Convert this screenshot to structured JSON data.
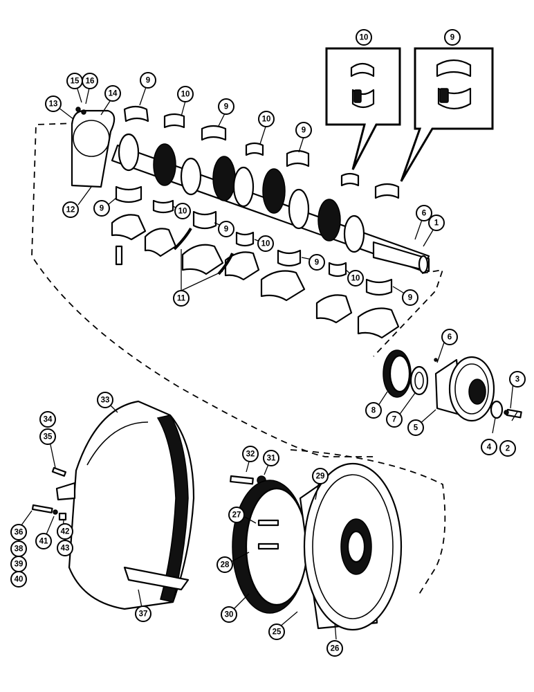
{
  "callouts": [
    {
      "id": "1",
      "text": "1"
    },
    {
      "id": "2",
      "text": "2"
    },
    {
      "id": "3",
      "text": "3"
    },
    {
      "id": "4",
      "text": "4"
    },
    {
      "id": "5",
      "text": "5"
    },
    {
      "id": "6a",
      "text": "6"
    },
    {
      "id": "6b",
      "text": "6"
    },
    {
      "id": "7",
      "text": "7"
    },
    {
      "id": "8",
      "text": "8"
    },
    {
      "id": "9a",
      "text": "9"
    },
    {
      "id": "9b",
      "text": "9"
    },
    {
      "id": "9c",
      "text": "9"
    },
    {
      "id": "9d",
      "text": "9"
    },
    {
      "id": "9e",
      "text": "9"
    },
    {
      "id": "9f",
      "text": "9"
    },
    {
      "id": "9g",
      "text": "9"
    },
    {
      "id": "9h",
      "text": "9"
    },
    {
      "id": "10a",
      "text": "10"
    },
    {
      "id": "10b",
      "text": "10"
    },
    {
      "id": "10c",
      "text": "10"
    },
    {
      "id": "10d",
      "text": "10"
    },
    {
      "id": "10e",
      "text": "10"
    },
    {
      "id": "10f",
      "text": "10"
    },
    {
      "id": "11",
      "text": "11"
    },
    {
      "id": "12",
      "text": "12"
    },
    {
      "id": "13",
      "text": "13"
    },
    {
      "id": "14",
      "text": "14"
    },
    {
      "id": "15",
      "text": "15"
    },
    {
      "id": "16",
      "text": "16"
    },
    {
      "id": "25",
      "text": "25"
    },
    {
      "id": "26",
      "text": "26"
    },
    {
      "id": "27",
      "text": "27"
    },
    {
      "id": "28",
      "text": "28"
    },
    {
      "id": "29",
      "text": "29"
    },
    {
      "id": "30",
      "text": "30"
    },
    {
      "id": "31",
      "text": "31"
    },
    {
      "id": "32",
      "text": "32"
    },
    {
      "id": "33",
      "text": "33"
    },
    {
      "id": "34",
      "text": "34"
    },
    {
      "id": "35",
      "text": "35"
    },
    {
      "id": "36",
      "text": "36"
    },
    {
      "id": "37",
      "text": "37"
    },
    {
      "id": "38",
      "text": "38"
    },
    {
      "id": "39",
      "text": "39"
    },
    {
      "id": "40",
      "text": "40"
    },
    {
      "id": "41",
      "text": "41"
    },
    {
      "id": "42",
      "text": "42"
    },
    {
      "id": "43",
      "text": "43"
    }
  ]
}
